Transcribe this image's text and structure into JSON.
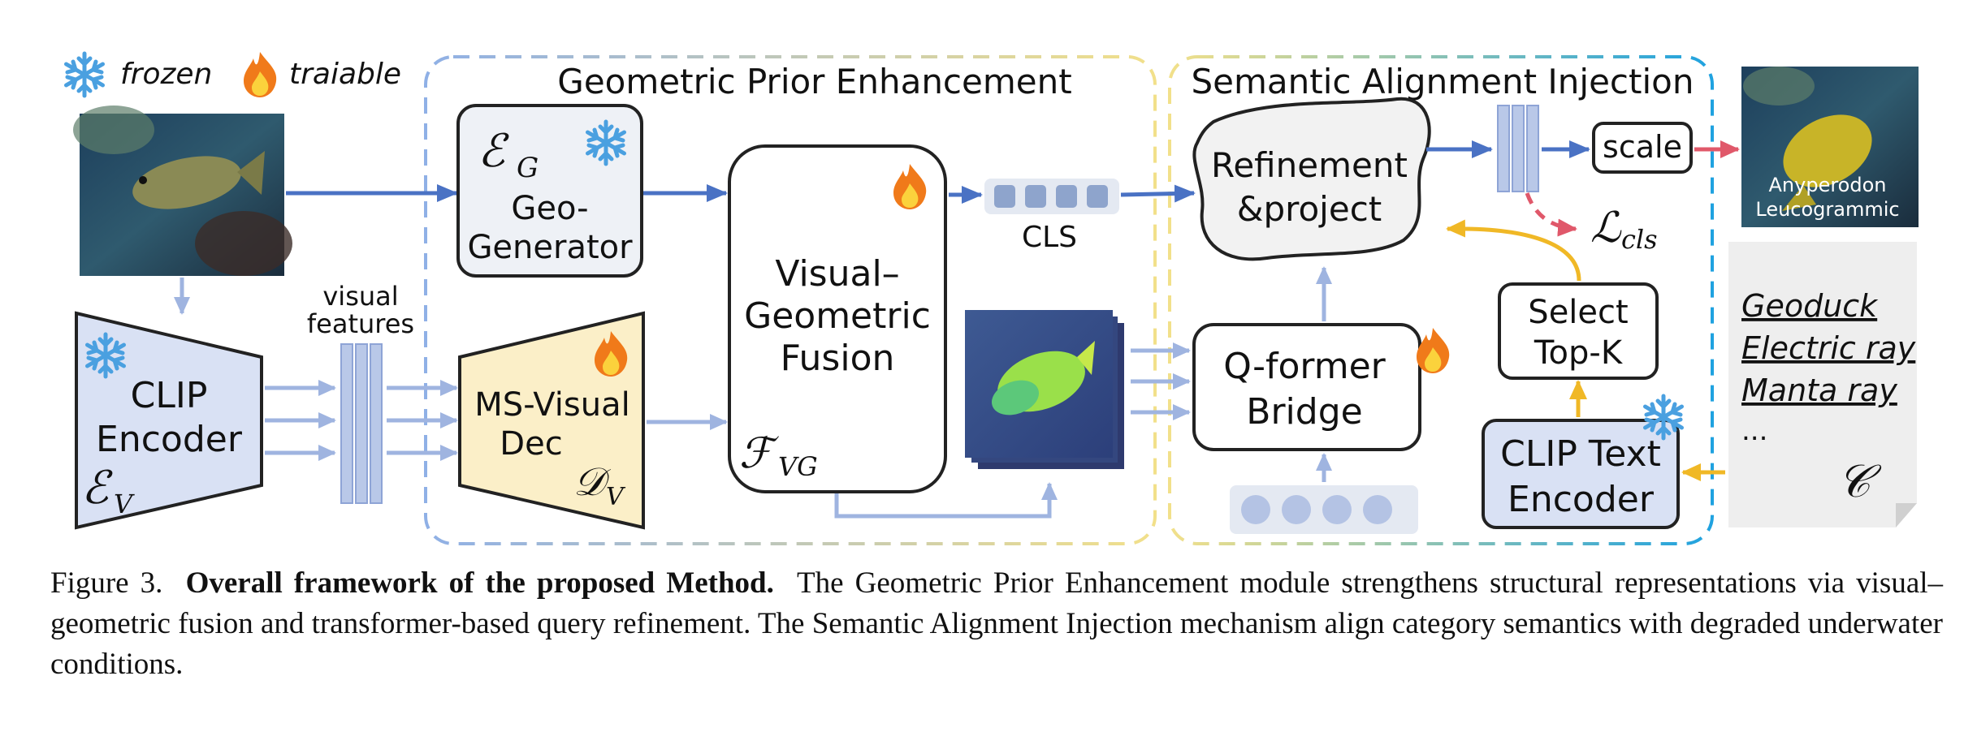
{
  "legend": {
    "frozen": "frozen",
    "trainable": "traiable"
  },
  "sections": {
    "gpe_title": "Geometric Prior Enhancement",
    "sai_title": "Semantic Alignment Injection"
  },
  "blocks": {
    "geo_symbol": "ℰ",
    "geo_sub": "G",
    "geo_line1": "Geo-",
    "geo_line2": "Generator",
    "clip_line1": "CLIP",
    "clip_line2": "Encoder",
    "clip_symbol": "ℰ",
    "clip_sub": "V",
    "visual_features_1": "visual",
    "visual_features_2": "features",
    "ms_line1": "MS-Visual",
    "ms_line2": "Dec",
    "ms_symbol": "𝒟",
    "ms_sub": "V",
    "fusion_line1": "Visual–",
    "fusion_line2": "Geometric",
    "fusion_line3": "Fusion",
    "fusion_symbol": "ℱ",
    "fusion_sub": "VG",
    "cls": "CLS",
    "refine_line1": "Refinement",
    "refine_line2": "&project",
    "scale": "scale",
    "loss_symbol": "ℒ",
    "loss_sub": "cls",
    "qformer_line1": "Q-former",
    "qformer_line2": "Bridge",
    "topk_line1": "Select",
    "topk_line2": "Top-K",
    "text_enc_line1": "CLIP Text",
    "text_enc_line2": "Encoder",
    "class_set_symbol": "𝒞"
  },
  "output_labels": {
    "line1": "Anyperodon",
    "line2": "Leucogrammic"
  },
  "class_list": [
    "Geoduck",
    "Electric ray",
    "Manta ray",
    "..."
  ],
  "caption": {
    "prefix": "Figure 3.",
    "bold": "Overall framework of the proposed Method.",
    "rest": "The Geometric Prior Enhancement module strengthens structural representations via visual–geometric fusion and transformer-based query refinement. The Semantic Alignment Injection mechanism align category semantics with degraded underwater conditions."
  },
  "colors": {
    "arrow_blue": "#4a72c4",
    "arrow_light": "#9fb4e0",
    "arrow_yellow": "#f0b826",
    "arrow_red": "#e0586a",
    "clip_fill": "#d9e1f4",
    "dec_fill": "#fbefc8",
    "box_fill": "#eef1f6",
    "gpe_border": "#9db6e0",
    "sai_border": "#2aa8dc",
    "snow": "#4aa0e0",
    "fire": "#f07a1a"
  },
  "icons": [
    "snowflake-icon",
    "flame-icon"
  ]
}
